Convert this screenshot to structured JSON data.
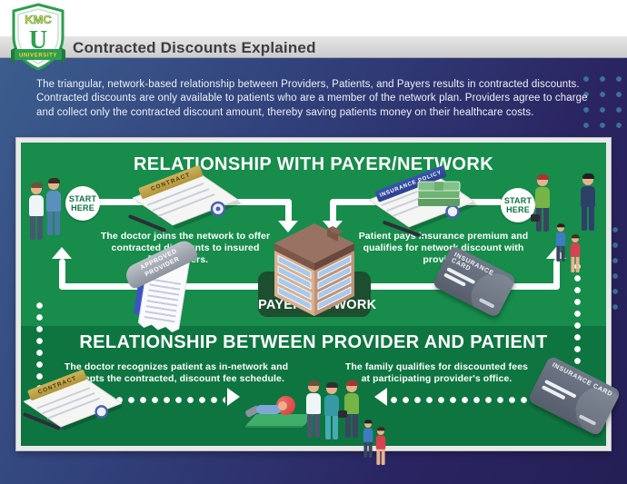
{
  "header": {
    "title": "Contracted Discounts Explained"
  },
  "logo": {
    "acronym": "KMC",
    "monogram": "U",
    "banner": "UNIVERSITY"
  },
  "intro": {
    "text": "The triangular, network-based relationship between Providers, Patients, and Payers results in contracted discounts. Contracted discounts are only available to patients who are a member of the network plan. Providers agree to charge and collect only the contracted discount amount, thereby saving patients money on their healthcare costs."
  },
  "labels": {
    "start_here": "START HERE",
    "contract": "CONTRACT",
    "insurance_policy": "INSURANCE POLICY",
    "insurance_card": "INSURANCE CARD",
    "approved_provider": "APPROVED PROVIDER",
    "payer_network": "PAYER/NETWORK"
  },
  "sections": {
    "payer": {
      "heading": "RELATIONSHIP WITH PAYER/NETWORK",
      "left_caption": "The doctor joins the network to offer contracted discounts to insured members.",
      "right_caption": "Patient pays insurance premium and qualifies for network discount with provider."
    },
    "provider_patient": {
      "heading": "RELATIONSHIP BETWEEN PROVIDER AND PATIENT",
      "left_caption": "The doctor recognizes patient as in-network and accepts the contracted, discount fee schedule.",
      "right_caption": "The family qualifies for discounted fees at participating provider's office."
    }
  },
  "colors": {
    "panel_green": "#178c4b",
    "panel_green_dark": "#0e7540",
    "plate_green": "#1d4e30",
    "navy_background": "#2e3c74",
    "ribbon_gold": "#b2943a",
    "ribbon_navy": "#2c4090",
    "card_slate": "#67707e"
  }
}
